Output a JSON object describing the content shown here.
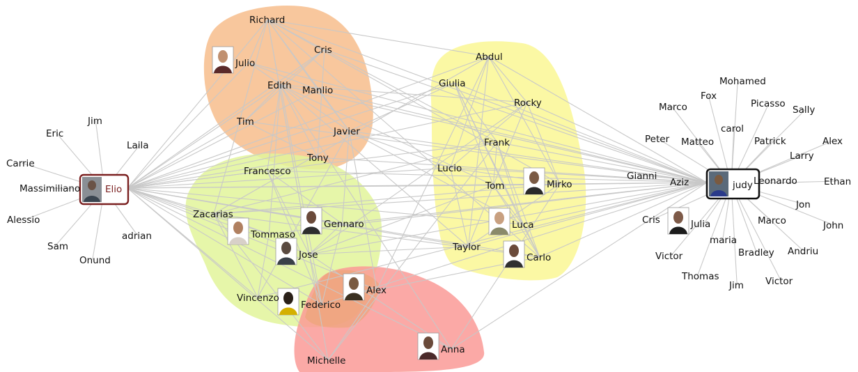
{
  "colors": {
    "background": "#ffffff",
    "edge": "#c8c8c8",
    "label": "#111111",
    "cluster_orange": "#f7bd8c",
    "cluster_green": "#e2f59a",
    "cluster_yellow": "#fbf79a",
    "cluster_red": "#fa9a96",
    "hub_elio_border": "#7a1f1f",
    "hub_elio_text": "#7a1f1f",
    "hub_judy_border": "#111111",
    "hub_judy_text": "#111111"
  },
  "hubs": {
    "elio": {
      "label": "Elio",
      "photo_icon": "elio-photo-icon"
    },
    "judy": {
      "label": "judy",
      "photo_icon": "judy-photo-icon"
    }
  },
  "clusters": [
    {
      "id": "orange",
      "color_key": "cluster_orange"
    },
    {
      "id": "green",
      "color_key": "cluster_green"
    },
    {
      "id": "yellow",
      "color_key": "cluster_yellow"
    },
    {
      "id": "red",
      "color_key": "cluster_red"
    }
  ],
  "nodes": {
    "elio_leaves": [
      "Jim",
      "Eric",
      "Laila",
      "Carrie",
      "Massimiliano",
      "Alessio",
      "Sam",
      "Onund",
      "adrian"
    ],
    "judy_leaves": [
      "Mohamed",
      "Fox",
      "Marco",
      "Picasso",
      "Sally",
      "carol",
      "Peter",
      "Matteo",
      "Patrick",
      "Alex",
      "Larry",
      "Gianni",
      "Aziz",
      "Leonardo",
      "Ethan",
      "Jon",
      "Cris",
      "Julia",
      "Marco",
      "John",
      "maria",
      "Andriu",
      "Victor",
      "Bradley",
      "Thomas",
      "Jim",
      "Victor"
    ],
    "orange": [
      "Richard",
      "Cris",
      "Julio",
      "Edith",
      "Manlio",
      "Tim",
      "Javier",
      "Tony"
    ],
    "green": [
      "Francesco",
      "Zacarias",
      "Gennaro",
      "Tommaso",
      "Jose",
      "Vincenzo",
      "Federico"
    ],
    "yellow": [
      "Abdul",
      "Giulia",
      "Rocky",
      "Frank",
      "Lucio",
      "Tom",
      "Mirko",
      "Luca",
      "Taylor",
      "Carlo"
    ],
    "red": [
      "Alex",
      "Anna",
      "Michelle"
    ]
  },
  "photo_nodes": [
    "Julio",
    "Tommaso",
    "Gennaro",
    "Jose",
    "Federico",
    "Alex",
    "Anna",
    "Mirko",
    "Luca",
    "Carlo",
    "Julia"
  ]
}
